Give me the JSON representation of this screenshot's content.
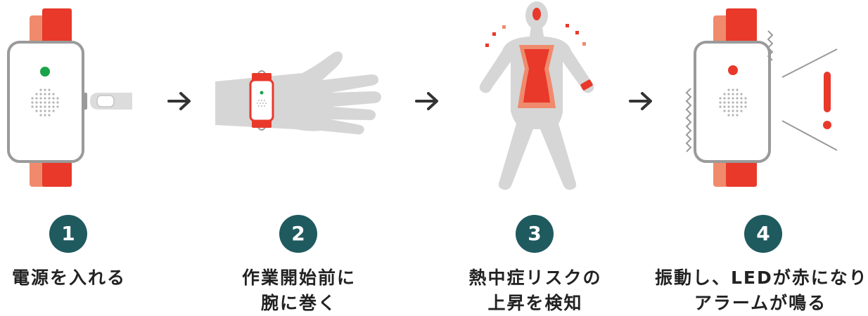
{
  "colors": {
    "accent_red": "#e8392b",
    "salmon": "#f08a6c",
    "gray_line": "#9a9a9a",
    "light_gray": "#d9d9d9",
    "badge_teal": "#1f5a5f",
    "led_green": "#1aa34a"
  },
  "icons": {
    "step1": "watch-power-icon",
    "step2": "watch-on-wrist-icon",
    "step3": "body-heat-icon",
    "step4": "watch-alarm-icon",
    "arrow": "arrow-right-icon"
  },
  "steps": [
    {
      "number": "1",
      "lines": [
        "電源を入れる"
      ]
    },
    {
      "number": "2",
      "lines": [
        "作業開始前に",
        "腕に巻く"
      ]
    },
    {
      "number": "3",
      "lines": [
        "熱中症リスクの",
        "上昇を検知"
      ]
    },
    {
      "number": "4",
      "lines": [
        "振動し、LEDが赤になり",
        "アラームが鳴る"
      ]
    }
  ]
}
